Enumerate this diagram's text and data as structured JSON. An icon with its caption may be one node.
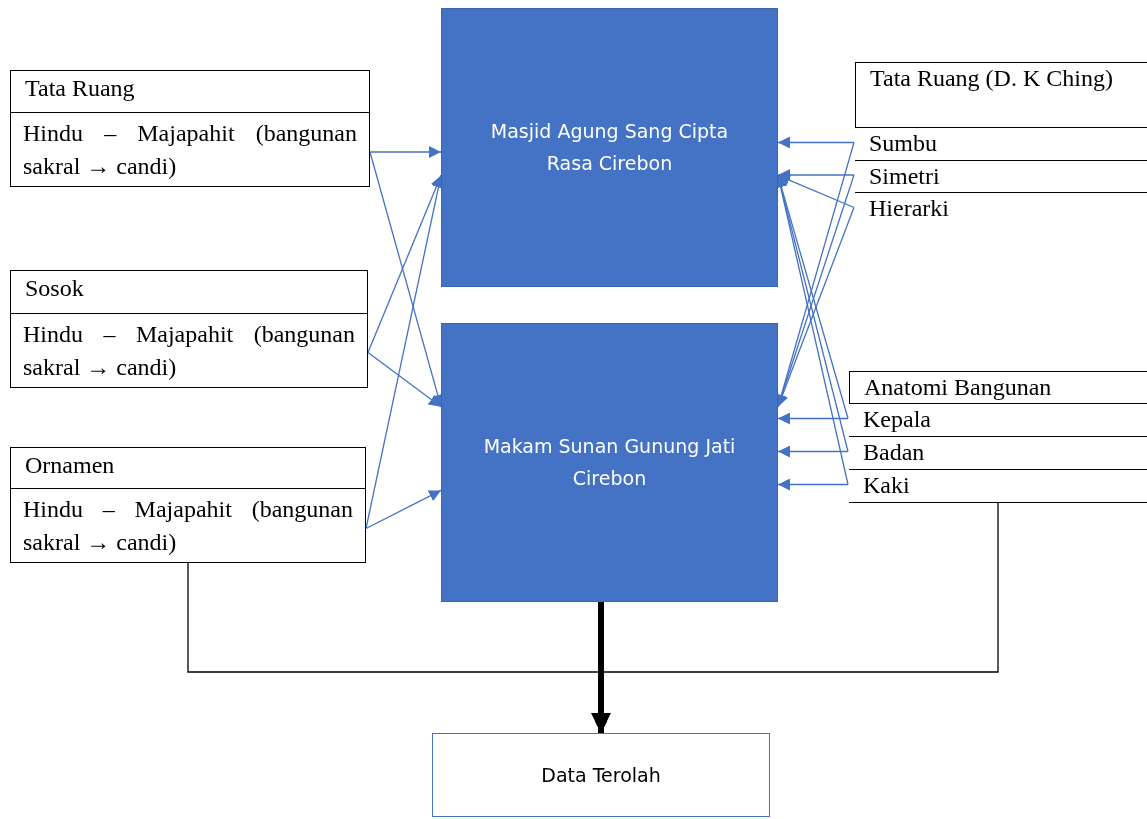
{
  "diagram": {
    "nodes": [
      {
        "text": [
          "Tata Ruang",
          "Hindu – Majapahit (bangunan sakral → candi)"
        ]
      },
      {
        "text": [
          "Sosok",
          "Hindu – Majapahit (bangunan sakral → candi)"
        ]
      },
      {
        "text": [
          "Ornamen",
          "Hindu – Majapahit (bangunan sakral → candi)"
        ]
      },
      {
        "text": [
          "Masjid Agung Sang Cipta Rasa Cirebon"
        ]
      },
      {
        "text": [
          "Makam Sunan Gunung Jati Cirebon"
        ]
      },
      {
        "text": [
          "Tata Ruang (D. K Ching)"
        ]
      },
      {
        "text": [
          "Sumbu"
        ],
        "in": 5
      },
      {
        "text": [
          "Simetri"
        ],
        "in": 5
      },
      {
        "text": [
          "Hierarki"
        ],
        "in": 5
      },
      {
        "text": [
          "Anatomi Bangunan"
        ]
      },
      {
        "text": [
          "Kepala"
        ],
        "in": 9
      },
      {
        "text": [
          "Badan"
        ],
        "in": 9
      },
      {
        "text": [
          "Kaki"
        ],
        "in": 9
      },
      {
        "text": [
          "Data Terolah"
        ]
      }
    ],
    "edges": [
      {
        "from": 0,
        "to": 3,
        "arrow": "to"
      },
      {
        "from": 0,
        "to": 4,
        "arrow": "to"
      },
      {
        "from": 1,
        "to": 3,
        "arrow": "to"
      },
      {
        "from": 1,
        "to": 4,
        "arrow": "to"
      },
      {
        "from": 2,
        "to": 3,
        "arrow": "to"
      },
      {
        "from": 2,
        "to": 4,
        "arrow": "to"
      },
      {
        "from": 6,
        "to": 3,
        "arrow": "to"
      },
      {
        "from": 6,
        "to": 4,
        "arrow": "to"
      },
      {
        "from": 7,
        "to": 3,
        "arrow": "to"
      },
      {
        "from": 7,
        "to": 4,
        "arrow": "to"
      },
      {
        "from": 8,
        "to": 3,
        "arrow": "to"
      },
      {
        "from": 8,
        "to": 4,
        "arrow": "to"
      },
      {
        "from": 10,
        "to": 3,
        "arrow": "to"
      },
      {
        "from": 10,
        "to": 4,
        "arrow": "to"
      },
      {
        "from": 11,
        "to": 3,
        "arrow": "to"
      },
      {
        "from": 11,
        "to": 4,
        "arrow": "to"
      },
      {
        "from": 12,
        "to": 3,
        "arrow": "to"
      },
      {
        "from": 12,
        "to": 4,
        "arrow": "to"
      },
      {
        "from": 2,
        "to": 13,
        "arrow": "to",
        "color": "#000000"
      },
      {
        "from": 9,
        "to": 13,
        "arrow": "to",
        "color": "#000000"
      },
      {
        "from": 4,
        "to": 13,
        "arrow": "to",
        "style": "thick",
        "color": "#000000"
      }
    ]
  }
}
